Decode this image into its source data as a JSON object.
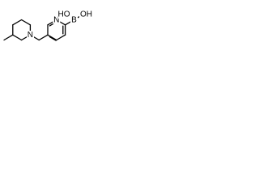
{
  "molecule": {
    "atoms": {
      "boron": "B",
      "hydroxyl_top": "OH",
      "hydroxyl_left": "HO",
      "pyridine_nitrogen": "N",
      "piperidine_nitrogen": "N"
    }
  }
}
